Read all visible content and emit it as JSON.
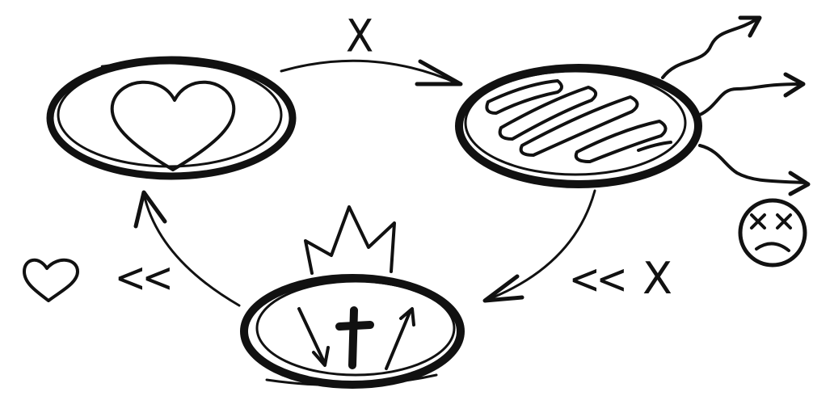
{
  "diagram": {
    "top_arrow_label": "X",
    "bottom_left_label": "<<",
    "bottom_right_label": "<<",
    "bottom_right_x": "X",
    "nodes": [
      {
        "name": "heart-node",
        "icon": "heart-icon"
      },
      {
        "name": "mitochondrion-node",
        "icon": "mitochondrion-icon"
      },
      {
        "name": "cross-node",
        "icon": "cross-icon"
      }
    ],
    "side_icons": [
      "small-heart-icon",
      "crown-icon",
      "dead-face-icon"
    ],
    "colors": {
      "ink": "#111111",
      "background": "#ffffff"
    }
  }
}
